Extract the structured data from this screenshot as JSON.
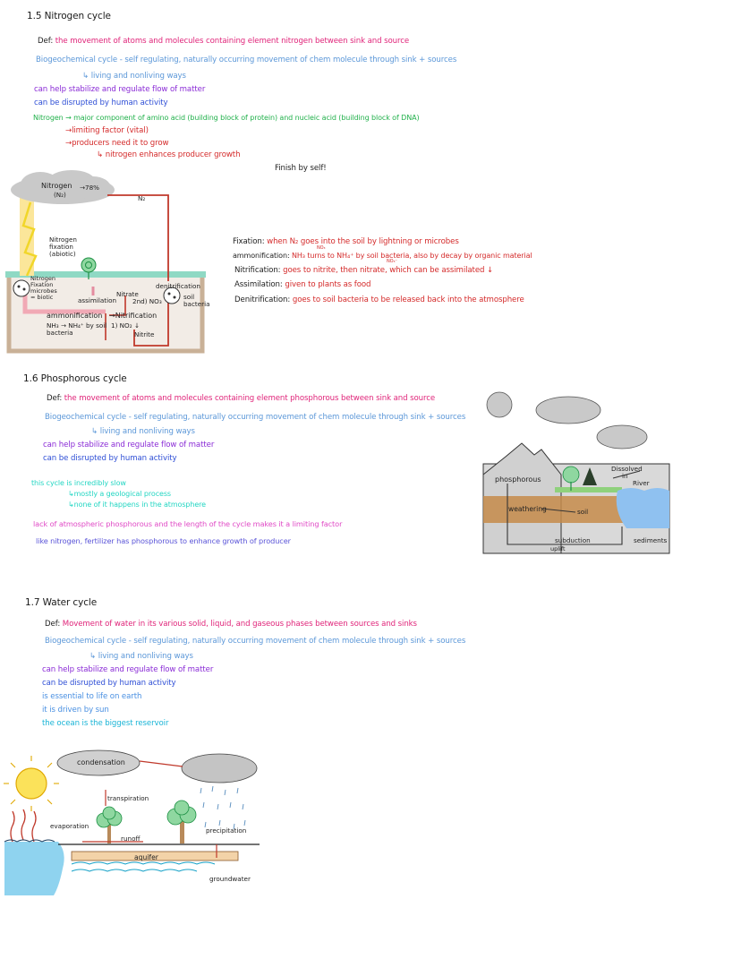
{
  "nitrogen": {
    "heading": "1.5 Nitrogen cycle",
    "def_label": "Def:",
    "def_text": "the movement of atoms and molecules containing element nitrogen between sink and source",
    "biogeo": "Biogeochemical cycle - self regulating, naturally occurring movement of chem molecule through sink + sources",
    "living": "↳ living and nonliving ways",
    "stabilize": "can help stabilize and regulate flow of matter",
    "disrupted": "can be disrupted by human activity",
    "component": "Nitrogen → major component of amino acid (building block of protein) and nucleic acid (building block of DNA)",
    "limiting": "→limiting factor (vital)",
    "producers": "→producers need it to grow",
    "enhances": "↳ nitrogen enhances producer growth",
    "finish": "Finish by self!",
    "diagram": {
      "cloud_label": "Nitrogen",
      "cloud_sub": "(N₂)",
      "percent": "→78%",
      "n2": "N₂",
      "fixation_abiotic": [
        "Nitrogen",
        "fixation",
        "(abiotic)"
      ],
      "fixation_biotic": [
        "Nitrogen",
        "Fixation",
        "microbes",
        "= biotic"
      ],
      "assimilation": "assimilation",
      "nitrate": "Nitrate",
      "no3": "2nd) NO₃",
      "denitrification": "denitrification",
      "soil_bacteria": [
        "soil",
        "bacteria"
      ],
      "ammonification": "ammonification",
      "nh3": [
        "NH₃ → NH₄⁺ by soil",
        "bacteria"
      ],
      "nitrification": "→Nitrification",
      "no2": "1) NO₂ ↓",
      "nitrite": "Nitrite"
    },
    "terms": [
      {
        "term": "Fixation:",
        "desc": "when N₂ goes into the soil by lightning or microbes"
      },
      {
        "term": "ammonification:",
        "desc": "NH₃ turns to NH₄⁺ by soil bacteria, also by decay by organic material"
      },
      {
        "term": "Nitrification:",
        "desc": "goes to nitrite, then nitrate, which can be assimilated ↓"
      },
      {
        "term": "Assimilation:",
        "desc": "given to plants as food"
      },
      {
        "term": "Denitrification:",
        "desc": "goes to soil bacteria to be released back into the atmosphere"
      }
    ],
    "small_notes": {
      "no3": "NO₃",
      "no3_neg": "NO₃⁻"
    }
  },
  "phosphorus": {
    "heading": "1.6 Phosphorous cycle",
    "def_label": "Def:",
    "def_text": "the movement of atoms and molecules containing element phosphorous between sink and source",
    "biogeo": "Biogeochemical cycle - self regulating, naturally occurring movement of chem molecule through sink + sources",
    "living": "↳ living and nonliving ways",
    "stabilize": "can help stabilize and regulate flow of matter",
    "disrupted": "can be disrupted by human activity",
    "slow": "this cycle is incredibly slow",
    "geological": "↳mostly a geological process",
    "none_atm": "↳none of it happens in the atmosphere",
    "lack": "lack of atmospheric phosphorous and the length of the cycle makes it a limiting factor",
    "fertilizer": "like nitrogen, fertilizer has phosphorous to enhance growth of producer",
    "diagram": {
      "phosphorous": "phosphorous",
      "dissolved": [
        "Dissolved",
        "in",
        "River"
      ],
      "weathering": "weathering",
      "soil": "soil",
      "subduction": "subduction",
      "uplift": "uplift",
      "sediments": "sediments"
    }
  },
  "water": {
    "heading": "1.7 Water cycle",
    "def_label": "Def:",
    "def_text": "Movement of water in its various solid, liquid, and gaseous phases between sources and sinks",
    "biogeo": "Biogeochemical cycle - self regulating, naturally occurring movement of chem molecule through sink + sources",
    "living": "↳ living and nonliving ways",
    "stabilize": "can help stabilize and regulate flow of matter",
    "disrupted": "can be disrupted by human activity",
    "essential": "is essential to life on earth",
    "sun": "it is driven by sun",
    "ocean": "the ocean is the biggest reservoir",
    "diagram": {
      "condensation": "condensation",
      "transpiration": "transpiration",
      "evaporation": "evaporation",
      "runoff": "runoff",
      "precipitation": "precipitation",
      "aquifer": "aquifer",
      "groundwater": "groundwater"
    }
  }
}
